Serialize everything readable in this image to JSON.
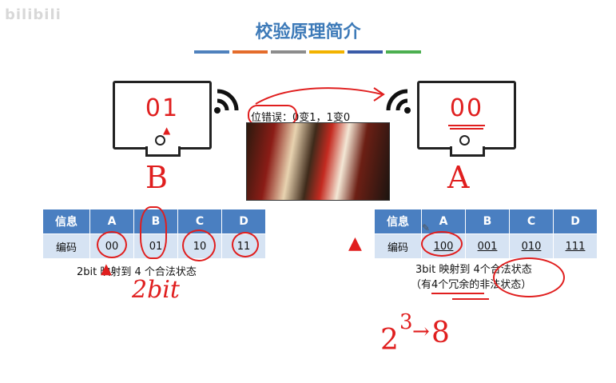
{
  "watermark": {
    "text": "bilibili"
  },
  "slide": {
    "title": "校验原理简介"
  },
  "title_bar_colors": [
    "#4f81bd",
    "#e46c2b",
    "#8c8c8c",
    "#f2b300",
    "#3a5ba8",
    "#4caf50"
  ],
  "sender": {
    "screen_text": "01",
    "label": "B"
  },
  "receiver": {
    "screen_text": "00",
    "label": "A"
  },
  "transmission": {
    "error_note": "位错误：0变1，1变0"
  },
  "left_table": {
    "header": [
      "信息",
      "A",
      "B",
      "C",
      "D"
    ],
    "row": [
      "编码",
      "00",
      "01",
      "10",
      "11"
    ]
  },
  "left_caption": "2bit 映射到 4 个合法状态",
  "left_annotation": "2bit",
  "right_table": {
    "header": [
      "信息",
      "A",
      "B",
      "C",
      "D"
    ],
    "row": [
      "编码",
      "100",
      "001",
      "010",
      "111"
    ]
  },
  "right_caption_line1": "3bit 映射到 4个合法状态",
  "right_caption_line2": "（有4个冗余的非法状态）",
  "right_annotation": {
    "base": "2",
    "exponent": "3",
    "arrow": "→",
    "result": "8"
  },
  "accent_color": "#e01e1e"
}
